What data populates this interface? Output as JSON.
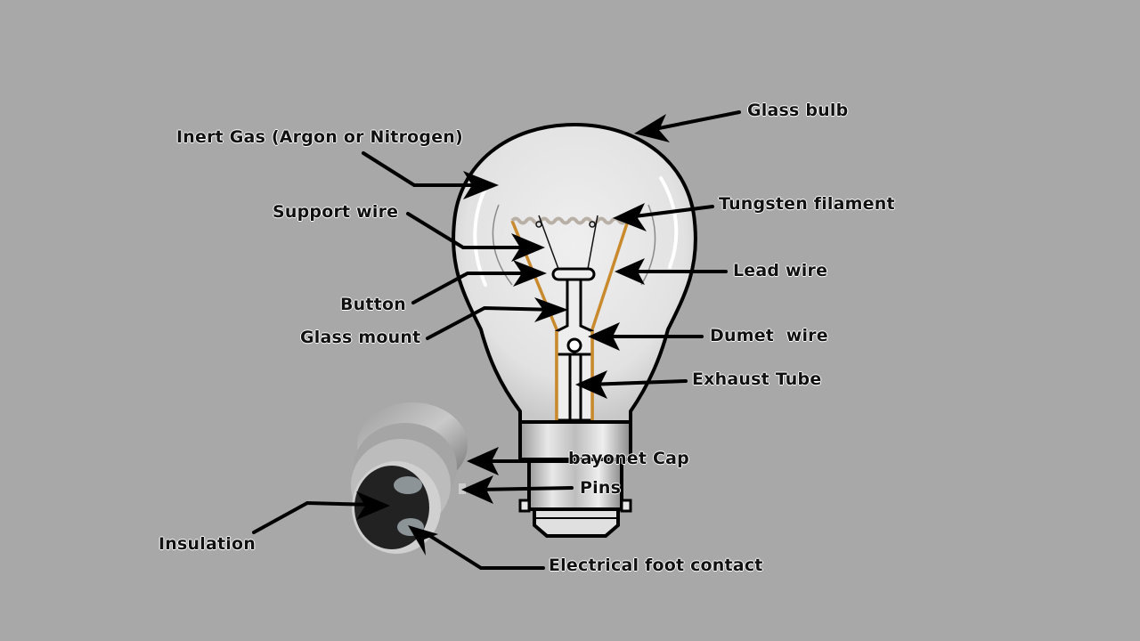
{
  "diagram": {
    "subject": "Incandescent light bulb (bayonet type)",
    "background_color": "#a8a8a8",
    "colors": {
      "outline": "#000000",
      "glass": "#e6e6e6",
      "lead_wire": "#c98a2e",
      "filament": "#b8b0a6",
      "cap": "#d0d0d0",
      "insulation": "#2a2a2a",
      "contact": "#8c9498"
    },
    "labels": {
      "inert_gas": "Inert Gas (Argon or Nitrogen)",
      "glass_bulb": "Glass bulb",
      "support_wire": "Support wire",
      "tungsten_filament": "Tungsten filament",
      "lead_wire": "Lead wire",
      "button": "Button",
      "glass_mount": "Glass mount",
      "dumet_wire": "Dumet  wire",
      "exhaust_tube": "Exhaust Tube",
      "bayonet_cap": "bayonet Cap",
      "pins": "Pins",
      "insulation": "Insulation",
      "electrical_foot_contact": "Electrical foot contact"
    }
  }
}
